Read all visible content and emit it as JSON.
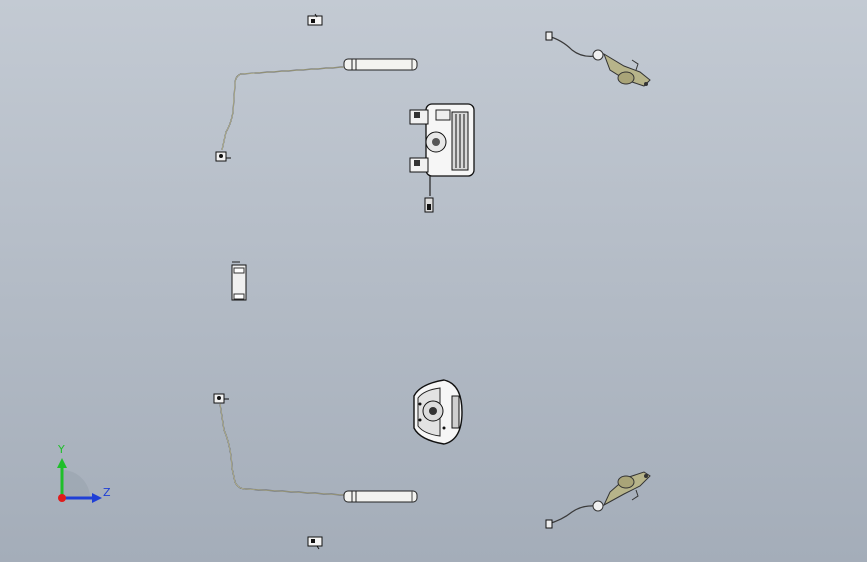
{
  "viewport": {
    "background_top": "#c3cad3",
    "background_bottom": "#a4adb9"
  },
  "triad": {
    "y_label": "Y",
    "z_label": "Z",
    "y_color": "#1fbf2a",
    "z_color": "#1f3fd6",
    "x_color": "#e01b1b"
  },
  "parts": [
    {
      "name": "connector-top-small"
    },
    {
      "name": "side-airbag-module-top"
    },
    {
      "name": "wire-harness-top"
    },
    {
      "name": "passenger-airbag-module"
    },
    {
      "name": "seatbelt-pretensioner-top"
    },
    {
      "name": "bracket-left"
    },
    {
      "name": "driver-airbag-module"
    },
    {
      "name": "wire-harness-bottom"
    },
    {
      "name": "side-airbag-module-bottom"
    },
    {
      "name": "seatbelt-pretensioner-bottom"
    },
    {
      "name": "connector-bottom-small"
    }
  ]
}
